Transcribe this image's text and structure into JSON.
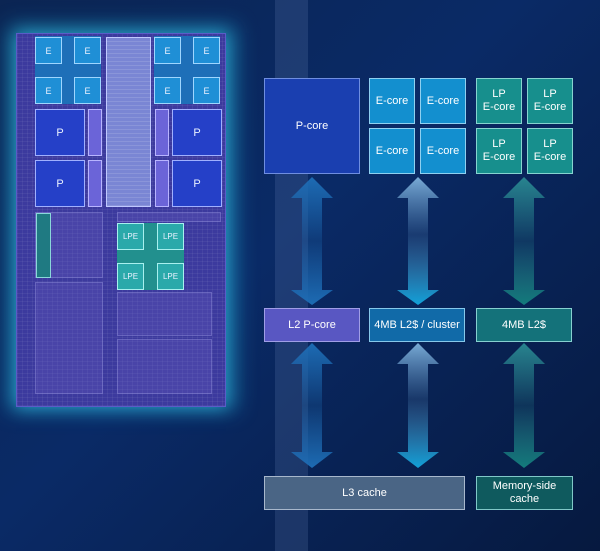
{
  "die_labels": {
    "e_core": "E",
    "p_core": "P",
    "lpe_core": "LPE"
  },
  "diagram": {
    "core_row": {
      "p_core": "P-core",
      "e_cores": [
        "E-core",
        "E-core",
        "E-core",
        "E-core"
      ],
      "lp_e_cores": [
        "LP\nE-core",
        "LP\nE-core",
        "LP\nE-core",
        "LP\nE-core"
      ]
    },
    "l2_row": {
      "p_core_l2": "L2 P-core",
      "e_cluster_l2": "4MB L2$ / cluster",
      "lp_l2": "4MB L2$"
    },
    "bottom_row": {
      "l3": "L3 cache",
      "memory_side": "Memory-side cache"
    },
    "colors": {
      "p_core": "#1a3fb0",
      "e_core": "#138fcf",
      "lp_e_core": "#178f8d",
      "l2_p": "#5957c2",
      "l3": "#4a6585",
      "memory_side": "#0f5a5e"
    }
  }
}
